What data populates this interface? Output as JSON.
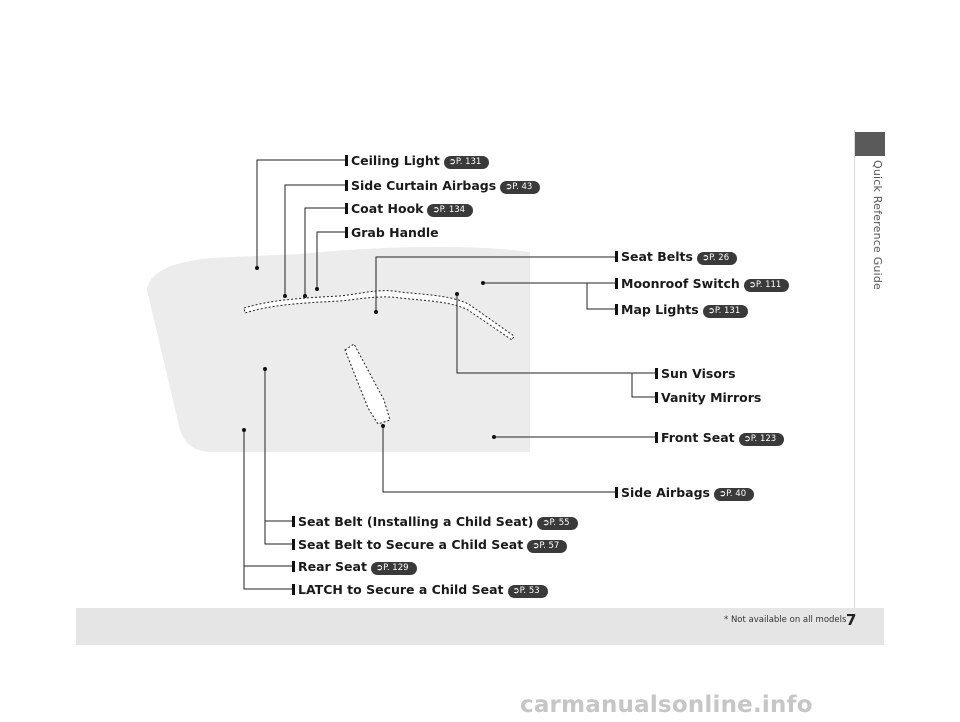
{
  "side_tab": {
    "label": "Quick Reference Guide"
  },
  "page_number": "7",
  "footnote": "* Not available on all models",
  "watermark": "carmanualsonline.info",
  "callouts": [
    {
      "label": "Ceiling Light",
      "ref": "P. 131"
    },
    {
      "label": "Side Curtain Airbags",
      "ref": "P. 43"
    },
    {
      "label": "Coat Hook",
      "ref": "P. 134"
    },
    {
      "label": "Grab Handle",
      "ref": ""
    },
    {
      "label": "Seat Belts",
      "ref": "P. 26"
    },
    {
      "label": "Moonroof Switch",
      "ref": "P. 111"
    },
    {
      "label": "Map Lights",
      "ref": "P. 131"
    },
    {
      "label": "Sun Visors",
      "ref": ""
    },
    {
      "label": "Vanity Mirrors",
      "ref": ""
    },
    {
      "label": "Front Seat",
      "ref": "P. 123"
    },
    {
      "label": "Side Airbags",
      "ref": "P. 40"
    },
    {
      "label": "Seat Belt (Installing a Child Seat)",
      "ref": "P. 55"
    },
    {
      "label": "Seat Belt to Secure a Child Seat",
      "ref": "P. 57"
    },
    {
      "label": "Rear Seat",
      "ref": "P. 129"
    },
    {
      "label": "LATCH to Secure a Child Seat",
      "ref": "P. 53"
    }
  ],
  "colors": {
    "background": "#ffffff",
    "illustration": "#ededed",
    "footer": "#e5e5e5",
    "tab": "#5a5a5a",
    "ref_badge": "#3a3a3a"
  },
  "icons": [
    "page-reference-arrow-icon",
    "callout-bar-icon"
  ]
}
